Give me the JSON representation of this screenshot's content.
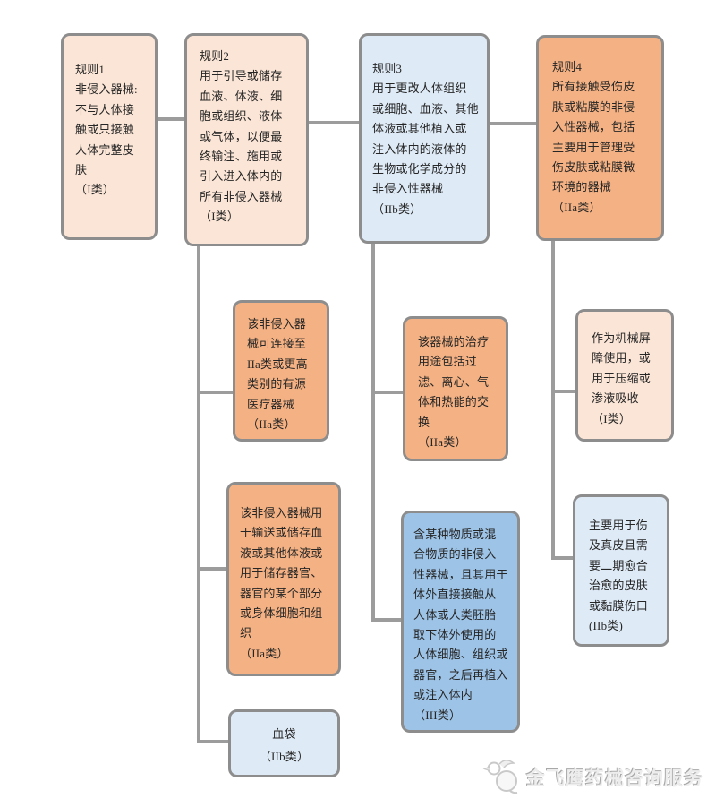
{
  "palette": {
    "peach": "#fbe5d6",
    "orange": "#f4b183",
    "light_blue": "#deeaf6",
    "medium_blue": "#9dc3e6",
    "node_border": "#8d8d8d",
    "connector_gray": "#9c9c9c",
    "text_color": "#262626",
    "watermark_gray": "#c9c9c9"
  },
  "nodes": {
    "rule1": {
      "text": "规则1\n非侵入器械:\n不与人体接\n触或只接触\n人体完整皮\n肤\n（I类）",
      "fill": "#fbe5d6",
      "class_label": "I类"
    },
    "rule2": {
      "text": "规则2\n用于引导或储存\n血液、体液、细\n胞或组织、液体\n或气体，以便最\n终输注、施用或\n引入进入体内的\n所有非侵入器械\n（I类）",
      "fill": "#fbe5d6",
      "class_label": "I类"
    },
    "rule3": {
      "text": "规则3\n用于更改人体组织\n或细胞、血液、其他\n体液或其他植入或\n注入体内的液体的\n生物或化学成分的\n非侵入性器械\n（IIb类）",
      "fill": "#deeaf6",
      "class_label": "IIb类"
    },
    "rule4": {
      "text": "规则4\n所有接触受伤皮\n肤或粘膜的非侵\n入性器械，包括\n主要用于管理受\n伤皮肤或粘膜微\n环境的器械\n（IIa类）",
      "fill": "#f4b183",
      "class_label": "IIa类"
    },
    "rule2_active_connect": {
      "text": "该非侵入器\n械可连接至\nIIa类或更高\n类别的有源\n医疗器械\n（IIa类）",
      "fill": "#f4b183",
      "class_label": "IIa类"
    },
    "rule2_convey_store": {
      "text": "该非侵入器械用\n于输送或储存血\n液或其他体液或\n用于储存器官、\n器官的某个部分\n或身体细胞和组\n织\n（IIa类）",
      "fill": "#f4b183",
      "class_label": "IIa类"
    },
    "rule2_blood_bag": {
      "text": "血袋\n（IIb类）",
      "fill": "#deeaf6",
      "class_label": "IIb类"
    },
    "rule3_treatment_exchange": {
      "text": "该器械的治疗\n用途包括过\n滤、离心、气\n体和热能的交\n换\n（IIa类）",
      "fill": "#f4b183",
      "class_label": "IIa类"
    },
    "rule3_substance_reimplant": {
      "text": "含某种物质或混\n合物质的非侵入\n性器械，且其用于\n体外直接接触从\n人体或人类胚胎\n取下体外使用的\n人体细胞、组织或\n器官，之后再植入\n或注入体内\n（III类）",
      "fill": "#9dc3e6",
      "class_label": "III类"
    },
    "rule4_mechanical_barrier": {
      "text": "作为机械屏\n障使用，或\n用于压缩或\n渗液吸收\n（I类）",
      "fill": "#fbe5d6",
      "class_label": "I类"
    },
    "rule4_dermis_wound": {
      "text": "主要用于伤\n及真皮且需\n要二期愈合\n治愈的皮肤\n或黏膜伤口\n(IIb类)",
      "fill": "#deeaf6",
      "class_label": "IIb类"
    }
  },
  "watermark": {
    "text": "金飞鹰药械咨询服务",
    "logo_icon": "eagle-logo"
  }
}
